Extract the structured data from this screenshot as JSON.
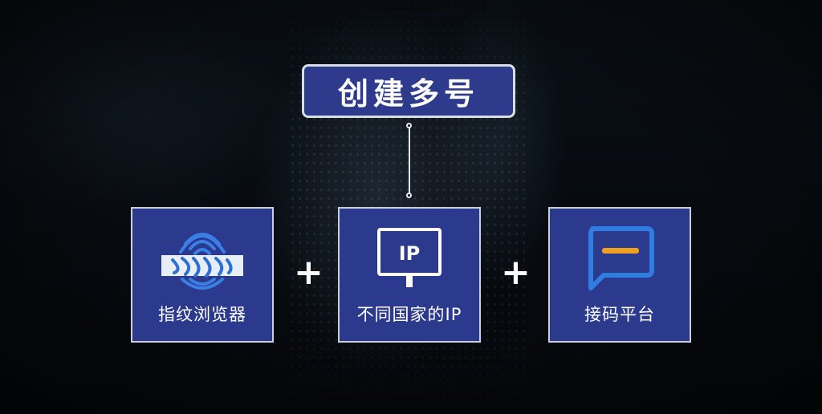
{
  "title": "创建多号",
  "cards": [
    {
      "label": "指纹浏览器",
      "icon": "fingerprint-icon"
    },
    {
      "label": "不同国家的IP",
      "icon": "ip-sign-icon",
      "icon_text": "IP"
    },
    {
      "label": "接码平台",
      "icon": "message-bubble-icon"
    }
  ],
  "operators": [
    "+",
    "+"
  ],
  "colors": {
    "card_fill": "#2c3a8e",
    "card_border": "#c9cfdb",
    "title_fill": "#2e3a8c",
    "accent_orange": "#f0a020",
    "accent_blue": "#2f7de1"
  }
}
